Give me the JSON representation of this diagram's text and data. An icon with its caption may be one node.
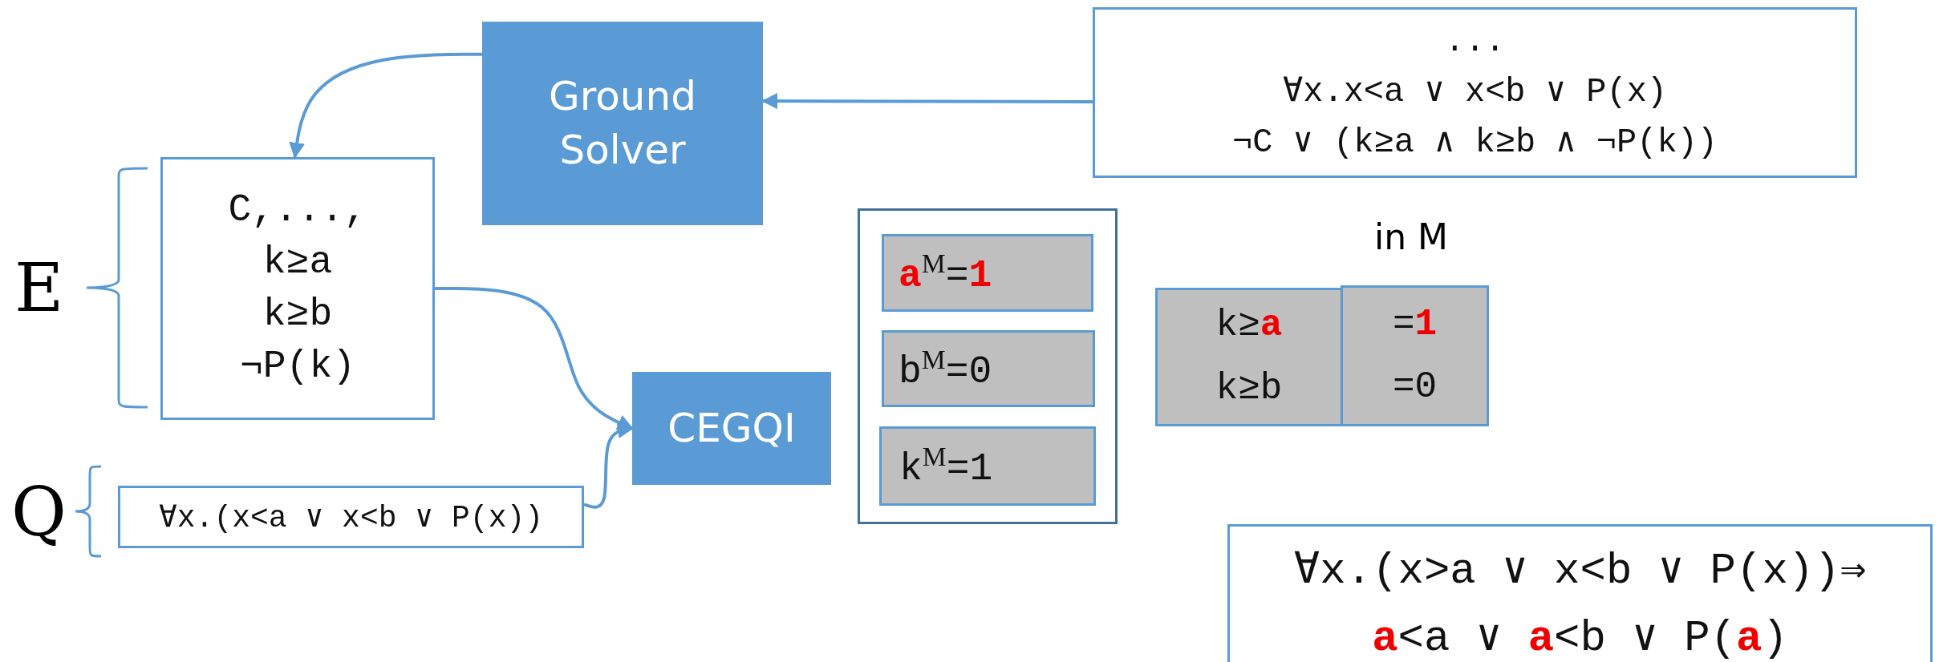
{
  "diagram": {
    "nodes": [
      {
        "text": [
          "Ground Solver"
        ]
      },
      {
        "text": [
          "...",
          "∀x.x<a ∨ x<b ∨ P(x)",
          "¬C ∨ (k≥a ∧ k≥b ∧ ¬P(k))"
        ]
      },
      {
        "text": [
          "C,...,",
          "k≥a",
          "k≥b",
          "¬P(k)"
        ]
      },
      {
        "text": [],
        "shape": "box"
      },
      {
        "text": [
          "**a**$^{M}$=**1**"
        ],
        "in": 3
      },
      {
        "text": [
          "b$^{M}$=0"
        ],
        "in": 3
      },
      {
        "text": [
          "k$^{M}$=1"
        ],
        "in": 3
      },
      {
        "text": [
          "k≥**a**",
          "k≥b"
        ]
      },
      {
        "text": [
          "=**1**",
          "=0"
        ]
      },
      {
        "text": [
          "CEGQI"
        ]
      },
      {
        "text": [
          "∀x.(x<a ∨ x<b ∨ P(x))"
        ]
      },
      {
        "text": [
          "∀x.(x>a ∨ x<b ∨ P(x))⇒ **a**<a ∨ **a**<b ∨ P(**a**)"
        ]
      }
    ],
    "edges": [
      {
        "from": 1,
        "to": 0,
        "arrow": "to"
      },
      {
        "from": 0,
        "to": 2,
        "arrow": "to"
      },
      {
        "from": 2,
        "to": 9,
        "arrow": "to"
      },
      {
        "from": 10,
        "to": 9,
        "arrow": "to"
      }
    ],
    "labels": [
      "E",
      "Q",
      "in M"
    ]
  }
}
